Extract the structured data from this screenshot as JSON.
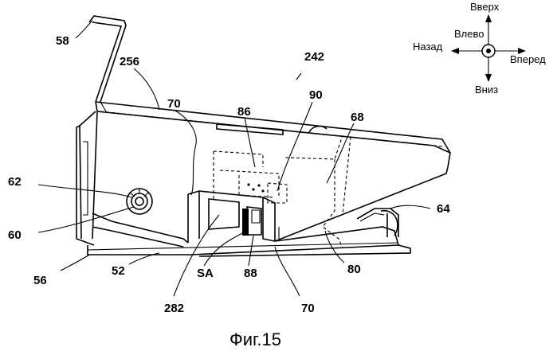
{
  "directions": {
    "up": "Вверх",
    "left": "Влево",
    "back": "Назад",
    "forward": "Вперед",
    "down": "Вниз"
  },
  "labels": {
    "l58": "58",
    "l256": "256",
    "l242": "242",
    "l70a": "70",
    "l86": "86",
    "l90": "90",
    "l68": "68",
    "l62": "62",
    "l60": "60",
    "l64": "64",
    "l56": "56",
    "l52": "52",
    "lSA": "SA",
    "l88": "88",
    "l80": "80",
    "l282": "282",
    "l70b": "70"
  },
  "caption": "Фиг.15"
}
